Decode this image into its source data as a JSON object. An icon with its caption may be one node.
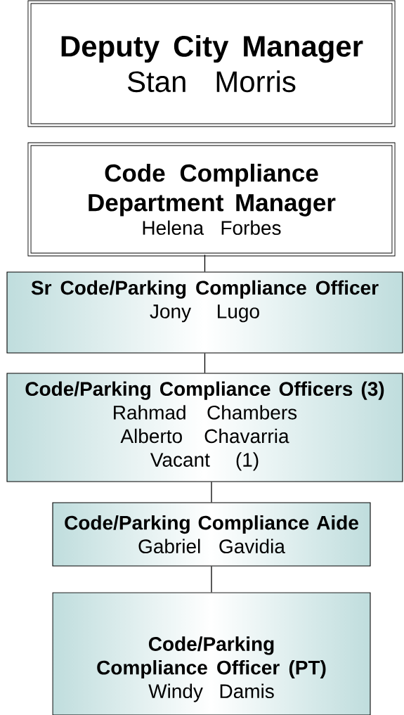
{
  "diagram": {
    "nodes": [
      {
        "text": [
          "Deputy City Manager",
          "Stan Morris"
        ]
      },
      {
        "text": [
          "Code Compliance Department Manager",
          "Helena Forbes"
        ]
      },
      {
        "text": [
          "Sr Code/Parking Compliance Officer",
          "Jony Lugo"
        ]
      },
      {
        "text": [
          "Code/Parking Compliance Officers (3)",
          "Rahmad Chambers",
          "Alberto Chavarria",
          "Vacant (1)"
        ]
      },
      {
        "text": [
          "Code/Parking Compliance Aide",
          "Gabriel Gavidia"
        ]
      },
      {
        "text": [
          "Code/Parking Compliance Officer (PT)",
          "Windy Damis"
        ]
      }
    ],
    "edges": [
      {
        "from": 1,
        "to": 2,
        "arrow": "none"
      },
      {
        "from": 2,
        "to": 3,
        "arrow": "none"
      },
      {
        "from": 3,
        "to": 4,
        "arrow": "none"
      },
      {
        "from": 4,
        "to": 5,
        "arrow": "none"
      }
    ]
  }
}
